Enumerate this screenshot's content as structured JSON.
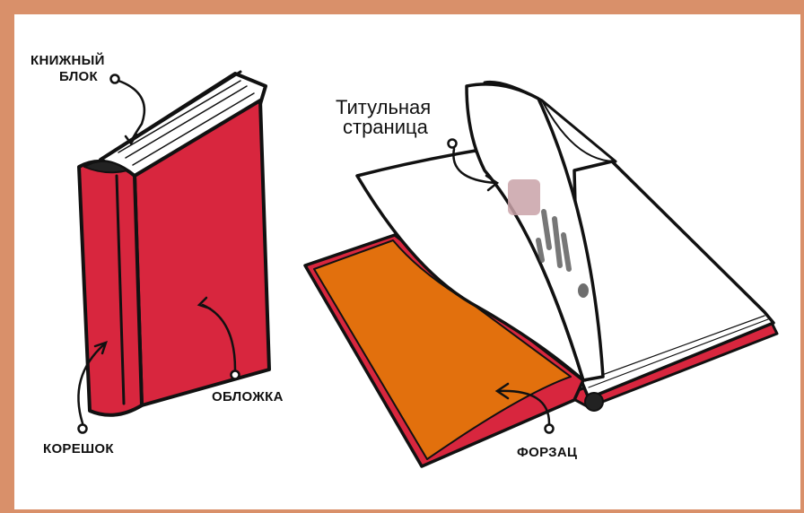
{
  "labels": {
    "book_block_line1": "КНИЖНЫЙ",
    "book_block_line2": "БЛОК",
    "spine": "КОРЕШОК",
    "cover": "ОБЛОЖКА",
    "title_page_line1": "Титульная",
    "title_page_line2": "страница",
    "endpaper": "ФОРЗАЦ"
  },
  "colors": {
    "frame": "#d9906a",
    "cover_red": "#d8263e",
    "endpaper_orange": "#e2700d",
    "paper": "#ffffff",
    "ink": "#111111",
    "smudge_pink": "#c9a2a8",
    "smudge_dark": "#4a4a4a"
  }
}
